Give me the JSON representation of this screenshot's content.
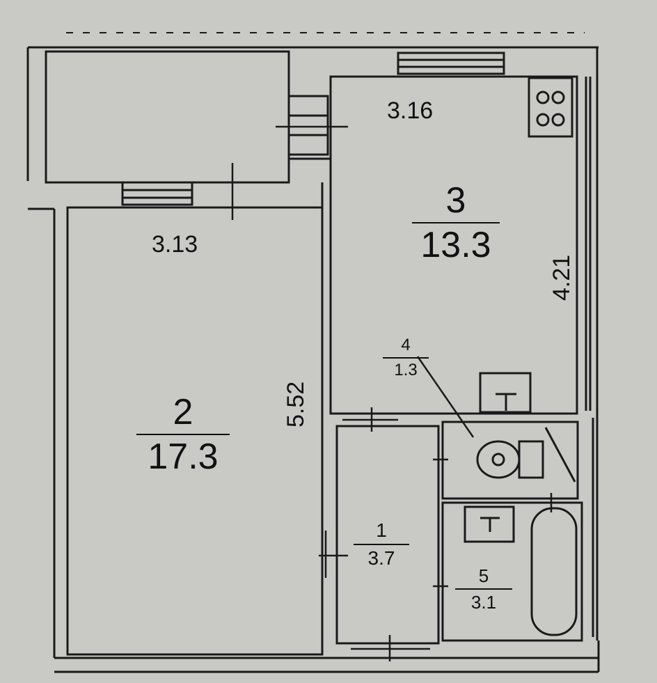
{
  "rooms": [
    {
      "id": "hall",
      "number": "1",
      "area": "3.7"
    },
    {
      "id": "living",
      "number": "2",
      "area": "17.3"
    },
    {
      "id": "kitchen",
      "number": "3",
      "area": "13.3"
    },
    {
      "id": "wc",
      "number": "4",
      "area": "1.3"
    },
    {
      "id": "bath",
      "number": "5",
      "area": "3.1"
    }
  ],
  "dimensions": {
    "kitchen_width": "3.16",
    "living_width": "3.13",
    "living_length": "5.52",
    "kitchen_length": "4.21"
  },
  "colors": {
    "paper": "#c9cac6",
    "ink": "#111111"
  }
}
